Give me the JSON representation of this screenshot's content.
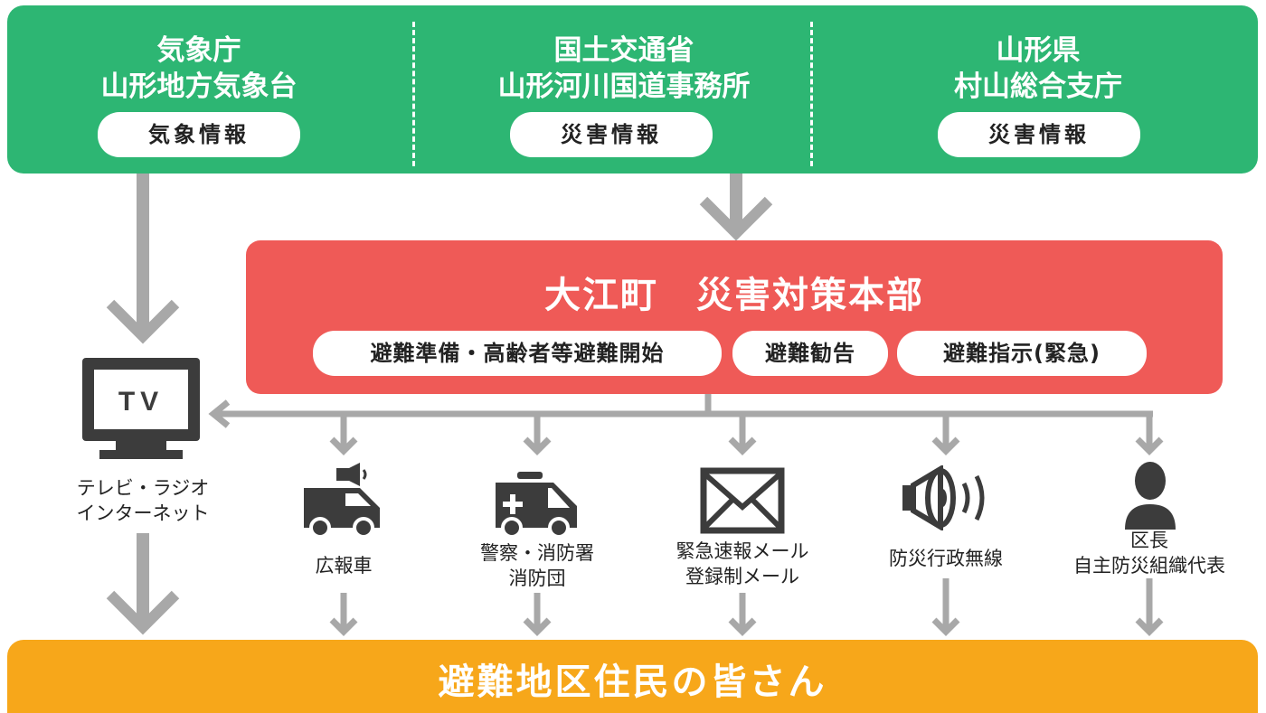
{
  "sources": [
    {
      "name_line1": "気象庁",
      "name_line2": "山形地方気象台",
      "info": "気象情報"
    },
    {
      "name_line1": "国土交通省",
      "name_line2": "山形河川国道事務所",
      "info": "災害情報"
    },
    {
      "name_line1": "山形県",
      "name_line2": "村山総合支庁",
      "info": "災害情報"
    }
  ],
  "hq": {
    "title": "大江町　災害対策本部",
    "levels": [
      "避難準備・高齢者等避難開始",
      "避難勧告",
      "避難指示(緊急)"
    ]
  },
  "channels": [
    {
      "icon": "tv-icon",
      "line1": "テレビ・ラジオ",
      "line2": "インターネット",
      "tv_text": "TV"
    },
    {
      "icon": "pr-vehicle-icon",
      "line1": "広報車",
      "line2": ""
    },
    {
      "icon": "ambulance-icon",
      "line1": "警察・消防署",
      "line2": "消防団"
    },
    {
      "icon": "envelope-icon",
      "line1": "緊急速報メール",
      "line2": "登録制メール"
    },
    {
      "icon": "speaker-icon",
      "line1": "防災行政無線",
      "line2": ""
    },
    {
      "icon": "person-icon",
      "line1": "区長",
      "line2": "自主防災組織代表"
    }
  ],
  "target": {
    "label": "避難地区住民の皆さん"
  },
  "colors": {
    "source_band": "#2db673",
    "hq_box": "#ef5a57",
    "target_band": "#f7a71a",
    "arrow": "#a8a8a8",
    "icon": "#3c3c3c"
  }
}
